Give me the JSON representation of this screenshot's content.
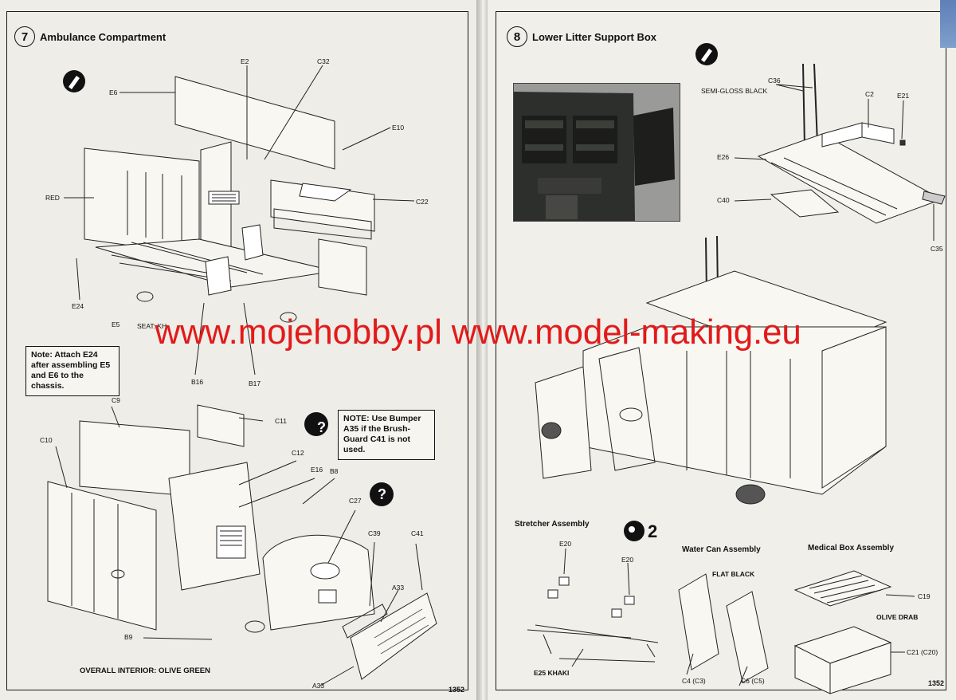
{
  "left": {
    "step_number": "7",
    "step_title": "Ambulance Compartment",
    "labels": {
      "E6": "E6",
      "E2": "E2",
      "C32": "C32",
      "E10": "E10",
      "RED": "RED",
      "C22": "C22",
      "E24": "E24",
      "E5": "E5",
      "SEAT": "SEAT: KH",
      "B16": "B16",
      "B17": "B17",
      "C9": "C9",
      "C11": "C11",
      "C10": "C10",
      "C12": "C12",
      "E16": "E16",
      "B8": "B8",
      "C27": "C27",
      "C39": "C39",
      "C41": "C41",
      "A33a": "A33",
      "A33b": "A33",
      "B9": "B9"
    },
    "note1": "Note: Attach E24 after assembling E5 and E6 to the chassis.",
    "note2": "NOTE: Use Bumper A35 if the Brush-Guard C41 is not used.",
    "interior": "OVERALL INTERIOR: OLIVE GREEN",
    "page_number": "1352",
    "icon_help": "?"
  },
  "right": {
    "step_number": "8",
    "step_title": "Lower Litter Support Box",
    "labels": {
      "C36": "C36",
      "SEMI": "SEMI-GLOSS BLACK",
      "C2": "C2",
      "E21": "E21",
      "E26": "E26",
      "C40": "C40",
      "C35": "C35",
      "E20a": "E20",
      "E20b": "E20",
      "E25": "E25 KHAKI",
      "FLAT": "FLAT BLACK",
      "C4": "C4 (C3)",
      "C6": "C6 (C5)",
      "C19": "C19",
      "OLIVE": "OLIVE DRAB",
      "C21": "C21 (C20)"
    },
    "sub_stretcher": "Stretcher Assembly",
    "sub_water": "Water Can Assembly",
    "sub_medical": "Medical Box Assembly",
    "multiplier": "2",
    "page_number": "1352"
  },
  "watermark": "www.mojehobby.pl www.model-making.eu"
}
